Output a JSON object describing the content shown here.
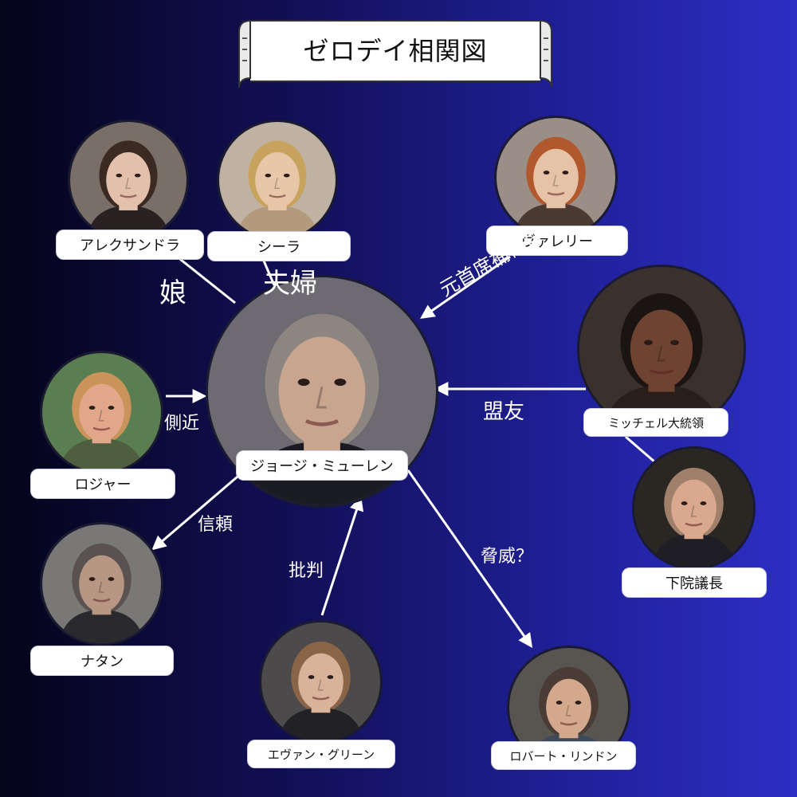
{
  "title": "ゼロデイ相関図",
  "people": {
    "center": {
      "name": "ジョージ・ミューレン",
      "skin": "#c9a48e",
      "hair": "#8c8580",
      "bg": "#6e6a72",
      "shirt": "#1b1b22"
    },
    "alexandra": {
      "name": "アレクサンドラ",
      "skin": "#e2c0ac",
      "hair": "#3a2a22",
      "bg": "#7a6e68",
      "shirt": "#2a2222"
    },
    "sheila": {
      "name": "シーラ",
      "skin": "#e8c7a8",
      "hair": "#c8a35e",
      "bg": "#bfb2a2",
      "shirt": "#b39a7c"
    },
    "valerie": {
      "name": "ヴァレリー",
      "skin": "#e6c2a6",
      "hair": "#b2582e",
      "bg": "#9a8e86",
      "shirt": "#4a3a32"
    },
    "mitchell": {
      "name": "ミッチェル大統領",
      "skin": "#6e4332",
      "hair": "#1a1412",
      "bg": "#3a302c",
      "shirt": "#2a1e1a"
    },
    "speaker": {
      "name": "下院議長",
      "skin": "#d9a88e",
      "hair": "#a0806a",
      "bg": "#2a2622",
      "shirt": "#1e1e24"
    },
    "roger": {
      "name": "ロジャー",
      "skin": "#e0a78a",
      "hair": "#c9935a",
      "bg": "#5b7d52",
      "shirt": "#4e5e3e"
    },
    "nathan": {
      "name": "ナタン",
      "skin": "#b89684",
      "hair": "#5a5250",
      "bg": "#7a7876",
      "shirt": "#2a2a2e"
    },
    "evan": {
      "name": "エヴァン・グリーン",
      "skin": "#d9b29a",
      "hair": "#8a6446",
      "bg": "#4c4a4a",
      "shirt": "#222226"
    },
    "robert": {
      "name": "ロバート・リンドン",
      "skin": "#d4a88c",
      "hair": "#4a3c34",
      "bg": "#585450",
      "shirt": "#3c4a5a"
    }
  },
  "relations": {
    "daughter": "娘",
    "spouse": "夫婦",
    "former_deputy_chief": "元首席補佐官",
    "ally": "盟友",
    "aide": "側近",
    "trust": "信頼",
    "criticism": "批判",
    "threat": "脅威？"
  },
  "colors": {
    "line": "#ffffff",
    "label_bg": "#ffffff",
    "text_dark": "#111111"
  }
}
